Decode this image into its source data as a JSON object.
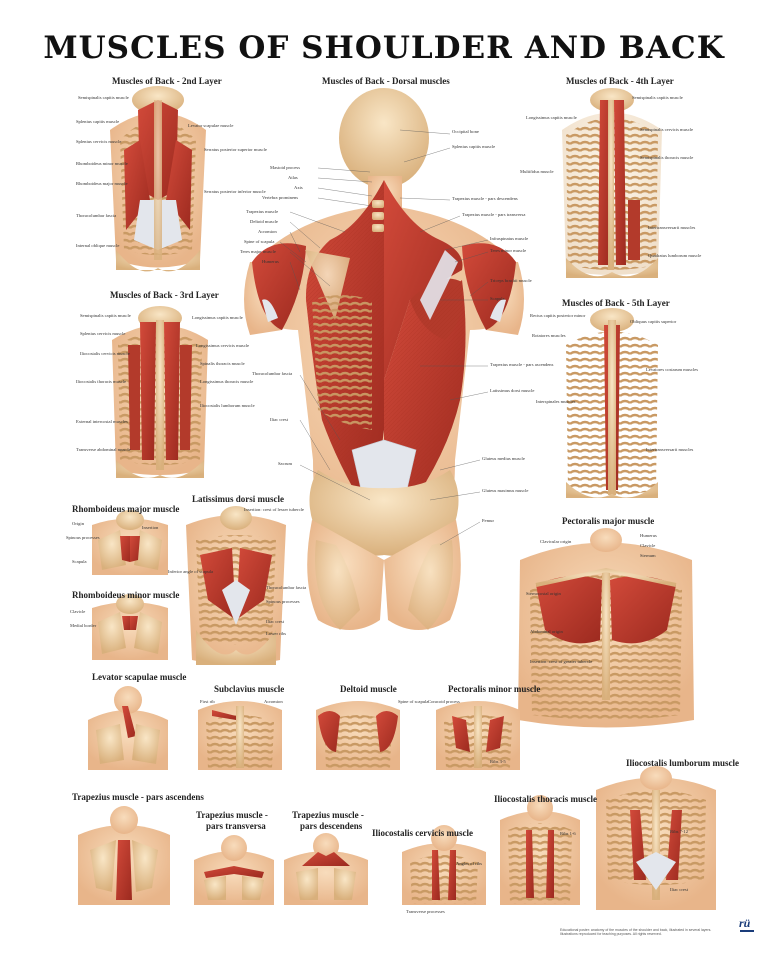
{
  "title": "MUSCLES OF SHOULDER AND BACK",
  "sections": {
    "layer2": "Muscles of Back - 2nd Layer",
    "dorsal": "Muscles of Back - Dorsal muscles",
    "layer4": "Muscles of Back - 4th Layer",
    "layer3": "Muscles of Back - 3rd Layer",
    "layer5": "Muscles of Back - 5th Layer",
    "latissimus": "Latissimus dorsi muscle",
    "rhomboid_major": "Rhomboideus major muscle",
    "rhomboid_minor": "Rhomboideus minor muscle",
    "pectoralis_major": "Pectoralis major muscle",
    "levator": "Levator scapulae muscle",
    "subclavius": "Subclavius muscle",
    "deltoid": "Deltoid muscle",
    "pectoralis_minor": "Pectoralis minor muscle",
    "iliocostalis_lumborum": "Iliocostalis lumborum muscle",
    "trap_asc": "Trapezius muscle - pars ascendens",
    "trap_trans_1": "Trapezius muscle -",
    "trap_trans_2": "pars transversa",
    "trap_desc_1": "Trapezius muscle -",
    "trap_desc_2": "pars descendens",
    "iliocostalis_cervicis": "Iliocostalis cervicis muscle",
    "iliocostalis_thoracis": "Iliocostalis thoracis muscle"
  },
  "labels": {
    "dorsal_left": [
      "Mastoid process",
      "Atlas",
      "Axis",
      "Vertebra prominens",
      "Trapezius muscle",
      "Deltoid muscle",
      "Acromion",
      "Spine of scapula",
      "Teres major muscle",
      "Humerus",
      "Thoracolumbar fascia",
      "Iliac crest",
      "Sacrum"
    ],
    "dorsal_right": [
      "Occipital bone",
      "Splenius capitis muscle",
      "Trapezius muscle - pars descendens",
      "Trapezius muscle - pars transversa",
      "Infraspinatus muscle",
      "Teres minor muscle",
      "Triceps brachii muscle",
      "Scapula",
      "Trapezius muscle - pars ascendens",
      "Latissimus dorsi muscle",
      "Gluteus medius muscle",
      "Gluteus maximus muscle",
      "Femur"
    ],
    "layer2": [
      "Semispinalis capitis muscle",
      "Splenius capitis muscle",
      "Splenius cervicis muscle",
      "Levator scapulae muscle",
      "Rhomboideus minor muscle",
      "Rhomboideus major muscle",
      "Serratus posterior superior muscle",
      "Serratus posterior inferior muscle",
      "Thoracolumbar fascia",
      "Internal oblique muscle"
    ],
    "layer3": [
      "Semispinalis capitis muscle",
      "Longissimus capitis muscle",
      "Splenius cervicis muscle",
      "Longissimus cervicis muscle",
      "Iliocostalis cervicis muscle",
      "Spinalis thoracis muscle",
      "Longissimus thoracis muscle",
      "Iliocostalis thoracis muscle",
      "Iliocostalis lumborum muscle",
      "External intercostal muscles",
      "Transverse abdominal muscle"
    ],
    "layer4": [
      "Semispinalis capitis muscle",
      "Longissimus capitis muscle",
      "Semispinalis cervicis muscle",
      "Semispinalis thoracis muscle",
      "Multifidus muscle",
      "Quadratus lumborum muscle",
      "Intertransversarii muscles"
    ],
    "layer5": [
      "Rectus capitis posterior minor",
      "Obliquus capitis superior",
      "Rotatores muscles",
      "Levatores costarum muscles",
      "Interspinales muscles",
      "Intertransversarii muscles"
    ],
    "pectoralis_major": [
      "Clavicular origin",
      "Sternocostal origin",
      "Abdominal origin",
      "Insertion: crest of greater tubercle",
      "Humerus",
      "Clavicle",
      "Sternum"
    ],
    "latissimus": [
      "Insertion: crest of lesser tubercle",
      "Thoracolumbar fascia",
      "Iliac crest",
      "Spinous processes",
      "Lower ribs",
      "Inferior angle of scapula"
    ],
    "small": [
      "Origin",
      "Insertion",
      "Spinous processes",
      "Scapula",
      "Clavicle",
      "Medial border",
      "Acromion",
      "Spine of scapula",
      "First rib",
      "Coracoid process",
      "Ribs 3-5",
      "Iliac crest",
      "Ribs 7-12",
      "Ribs 1-6",
      "Transverse processes",
      "Angles of ribs"
    ]
  },
  "footer": [
    "Educational poster: anatomy of the muscles of the shoulder and back, illustrated in several layers.",
    "Illustrations reproduced for teaching purposes. All rights reserved."
  ],
  "colors": {
    "muscle": "#c0392b",
    "muscle_dark": "#8e2218",
    "bone": "#f1d8b0",
    "skin": "#f4d0ac",
    "tendon": "#dfe3ea"
  }
}
